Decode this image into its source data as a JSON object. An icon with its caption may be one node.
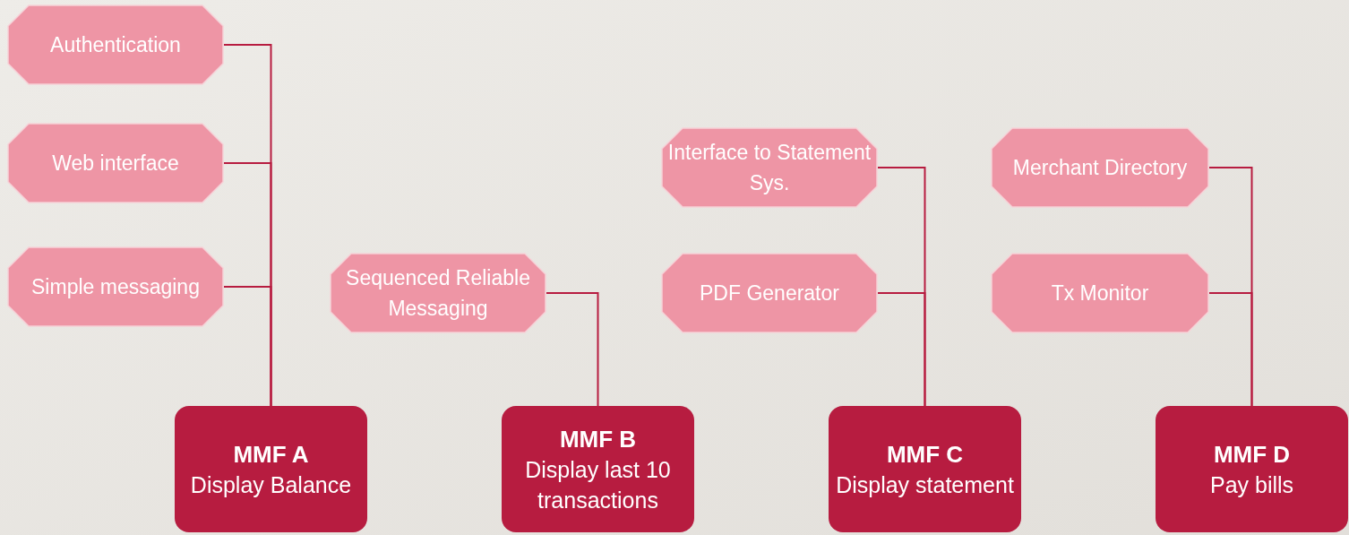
{
  "diagram": {
    "nodes": [
      {
        "text": [
          "Authentication"
        ]
      },
      {
        "text": [
          "Web interface"
        ]
      },
      {
        "text": [
          "Simple messaging"
        ]
      },
      {
        "text": [
          "MMF A",
          "Display Balance"
        ]
      },
      {
        "text": [
          "Sequenced Reliable Messaging"
        ]
      },
      {
        "text": [
          "MMF B",
          "Display last 10 transactions"
        ]
      },
      {
        "text": [
          "Interface to Statement Sys."
        ]
      },
      {
        "text": [
          "PDF Generator"
        ]
      },
      {
        "text": [
          "MMF C",
          "Display statement"
        ]
      },
      {
        "text": [
          "Merchant Directory"
        ]
      },
      {
        "text": [
          "Tx Monitor"
        ]
      },
      {
        "text": [
          "MMF D",
          "Pay bills"
        ]
      }
    ],
    "edges": [
      {
        "from": 0,
        "to": 3,
        "arrow": "none"
      },
      {
        "from": 1,
        "to": 3,
        "arrow": "none"
      },
      {
        "from": 2,
        "to": 3,
        "arrow": "none"
      },
      {
        "from": 4,
        "to": 5,
        "arrow": "none"
      },
      {
        "from": 6,
        "to": 8,
        "arrow": "none"
      },
      {
        "from": 7,
        "to": 8,
        "arrow": "none"
      },
      {
        "from": 9,
        "to": 11,
        "arrow": "none"
      },
      {
        "from": 10,
        "to": 11,
        "arrow": "none"
      }
    ]
  }
}
